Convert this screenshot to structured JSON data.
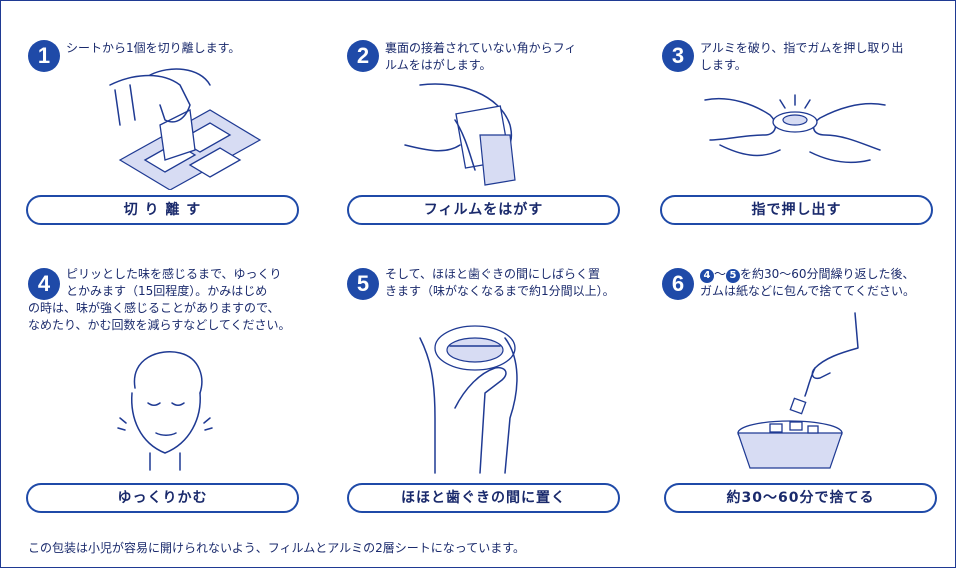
{
  "steps": [
    {
      "number": "1",
      "text": "シートから1個を切り離します。",
      "label": "切 り 離 す"
    },
    {
      "number": "2",
      "text": "裏面の接着されていない角からフィ\nルムをはがします。",
      "label": "フィルムをはがす"
    },
    {
      "number": "3",
      "text": "アルミを破り、指でガムを押し取り出\nします。",
      "label": "指で押し出す"
    },
    {
      "number": "4",
      "text": "ピリッとした味を感じるまで、ゆっくり\nとかみます（15回程度）。かみはじめ",
      "text_cont": "の時は、味が強く感じることがありますので、\nなめたり、かむ回数を減らすなどしてください。",
      "label": "ゆっくりかむ"
    },
    {
      "number": "5",
      "text": "そして、ほほと歯ぐきの間にしばらく置\nきます（味がなくなるまで約1分間以上）。",
      "label": "ほほと歯ぐきの間に置く"
    },
    {
      "number": "6",
      "text_ref_a": "4",
      "text_ref_sep": "〜",
      "text_ref_b": "5",
      "text": "を約30〜60分間繰り返した後、\nガムは紙などに包んで捨ててください。",
      "label": "約30〜60分で捨てる"
    }
  ],
  "footer": "この包装は小児が容易に開けられないよう、フィルムとアルミの2層シートになっています。",
  "colors": {
    "accent": "#1f4aa8",
    "text": "#1a2a6c",
    "tint": "#d7dcf3"
  }
}
